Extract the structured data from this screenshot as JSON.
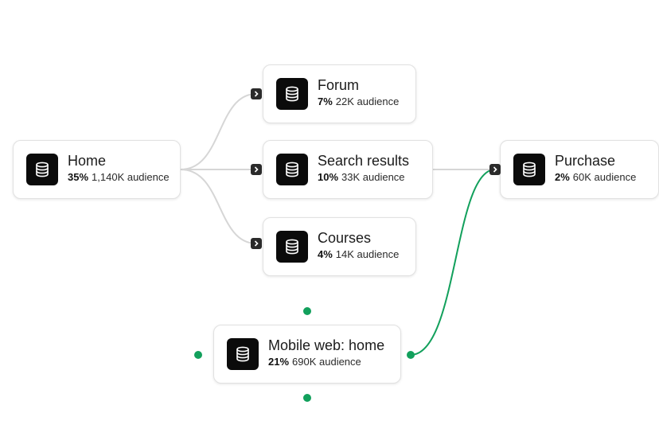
{
  "colors": {
    "edge_default": "#d6d6d6",
    "edge_active": "#12a05c",
    "handle": "#12a05c",
    "icon_tile": "#0b0b0b"
  },
  "nodes": {
    "home": {
      "name": "Home",
      "percent": "35%",
      "audience": "1,140K audience",
      "icon": "database-icon"
    },
    "forum": {
      "name": "Forum",
      "percent": "7%",
      "audience": "22K audience",
      "icon": "database-icon"
    },
    "search": {
      "name": "Search results",
      "percent": "10%",
      "audience": "33K audience",
      "icon": "database-icon"
    },
    "courses": {
      "name": "Courses",
      "percent": "4%",
      "audience": "14K audience",
      "icon": "database-icon"
    },
    "purchase": {
      "name": "Purchase",
      "percent": "2%",
      "audience": "60K audience",
      "icon": "database-icon"
    },
    "mobile": {
      "name": "Mobile web: home",
      "percent": "21%",
      "audience": "690K audience",
      "icon": "database-icon"
    }
  }
}
